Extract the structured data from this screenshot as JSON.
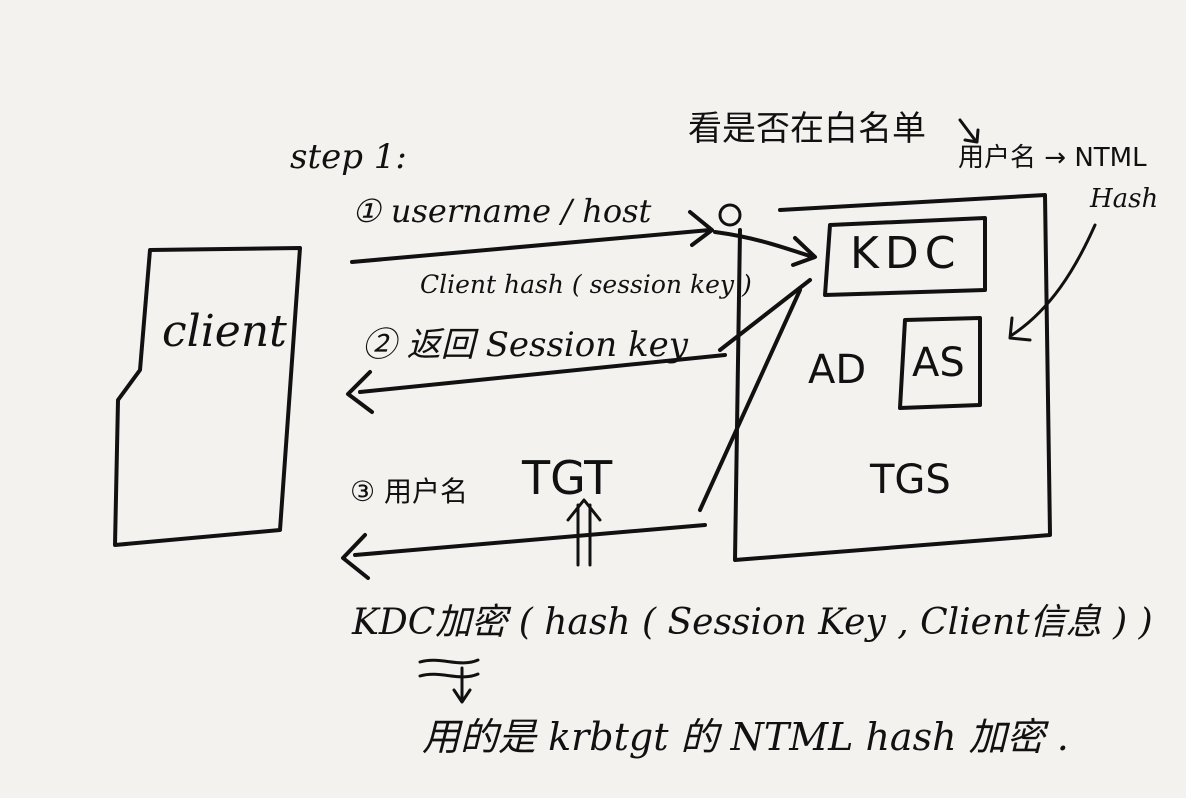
{
  "step_label": "step 1:",
  "client_label": "client",
  "arrow1_label": "① username / host",
  "whitelist_note": "看是否在白名单",
  "ntml_note_line1": "用户名 → NTML",
  "ntml_note_line2": "Hash",
  "kdc_box_label": "KDC",
  "ad_label": "AD",
  "as_box_label": "AS",
  "tgs_label": "TGS",
  "arrow2_caption": "Client hash ( session key )",
  "arrow2_label": "② 返回 Session key",
  "arrow3_label": "③ 用户名",
  "tgt_label": "TGT",
  "kdc_formula": "KDC加密 ( hash ( Session Key , Client信息 ) )",
  "bottom_note": "用的是 krbtgt 的 NTML hash 加密 ."
}
